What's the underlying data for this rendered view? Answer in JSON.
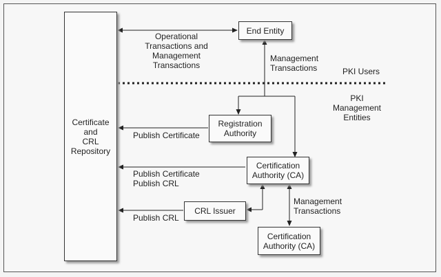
{
  "nodes": {
    "repository": "Certificate\nand\nCRL\nRepository",
    "end_entity": "End Entity",
    "ra": "Registration\nAuthority",
    "ca1": "Certification\nAuthority (CA)",
    "crl_issuer": "CRL Issuer",
    "ca2": "Certification\nAuthority (CA)"
  },
  "labels": {
    "operational": "Operational\nTransactions and\nManagement\nTransactions",
    "mgmt1": "Management\nTransactions",
    "pki_users": "PKI Users",
    "pki_mgmt": "PKI\nManagement\nEntities",
    "publish_cert": "Publish Certificate",
    "publish_cert_crl": "Publish Certificate\nPublish CRL",
    "publish_crl": "Publish CRL",
    "mgmt2": "Management\nTransactions"
  }
}
